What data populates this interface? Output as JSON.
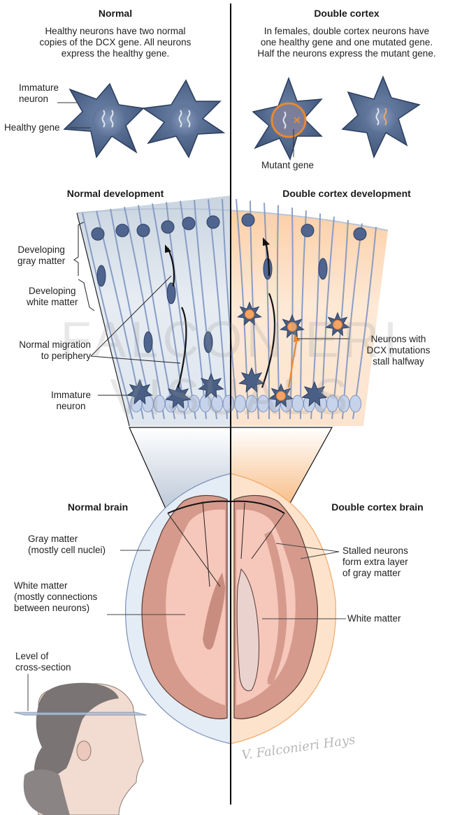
{
  "left_panel": {
    "title": "Normal",
    "description_lines": [
      "Healthy neurons have two normal",
      "copies of the DCX gene. All neurons",
      "express the healthy gene."
    ],
    "labels": {
      "immature_neuron": [
        "Immature",
        "neuron"
      ],
      "healthy_gene": "Healthy gene"
    }
  },
  "right_panel": {
    "title": "Double cortex",
    "description_lines": [
      "In females, double cortex neurons have",
      "one healthy gene and one mutated gene.",
      "Half the neurons express the mutant gene."
    ],
    "labels": {
      "mutant_gene": "Mutant gene"
    }
  },
  "development": {
    "normal_title": "Normal development",
    "double_title": "Double cortex development",
    "labels": {
      "developing_gray_matter": [
        "Developing",
        "gray matter"
      ],
      "developing_white_matter": [
        "Developing",
        "white matter"
      ],
      "normal_migration": [
        "Normal migration",
        "to periphery"
      ],
      "immature_neuron": [
        "Immature",
        "neuron"
      ],
      "stalled_neurons": [
        "Neurons with",
        "DCX mutations",
        "stall halfway"
      ]
    }
  },
  "brain": {
    "normal_title": "Normal brain",
    "double_title": "Double cortex brain",
    "labels": {
      "gray_matter": [
        "Gray matter",
        "(mostly cell nuclei)"
      ],
      "white_matter_left": [
        "White matter",
        "(mostly connections",
        "between neurons)"
      ],
      "stalled_layer": [
        "Stalled neurons",
        "form extra layer",
        "of gray matter"
      ],
      "white_matter_right": "White matter",
      "cross_section": [
        "Level of",
        "cross-section"
      ]
    }
  },
  "watermark": "FALCONIERI VISUALS",
  "signature": "V. Falconieri Hays",
  "colors": {
    "neuron_blue": "#4a5f85",
    "normal_bg": "#dde6ef",
    "double_bg": "#fcd9b8",
    "mutant_orange": "#f08a2c",
    "gray_matter": "#d59a8c",
    "white_matter": "#f6c7bb"
  }
}
